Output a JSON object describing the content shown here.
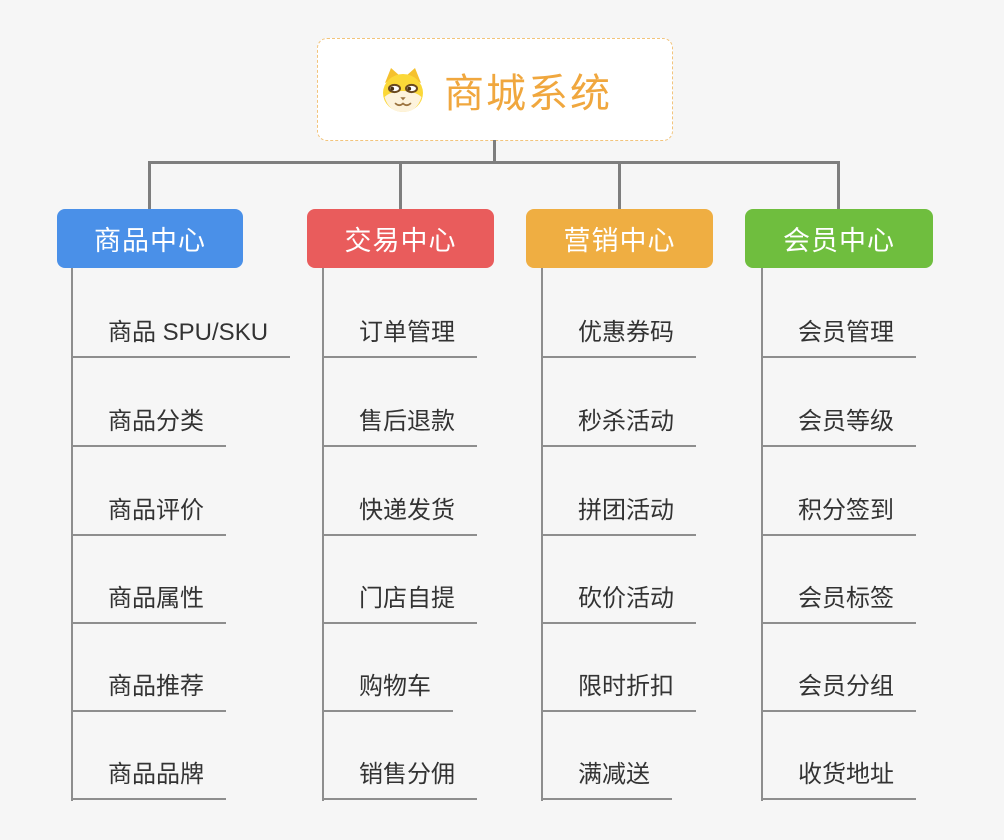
{
  "root": {
    "title": "商城系统",
    "icon": "shiba-dog-icon",
    "title_color": "#F0A73E",
    "border_color": "#F2C47C"
  },
  "connector_color": "#7E7E7E",
  "branches": [
    {
      "label": "商品中心",
      "color": "#4A90E8",
      "items": [
        "商品 SPU/SKU",
        "商品分类",
        "商品评价",
        "商品属性",
        "商品推荐",
        "商品品牌"
      ]
    },
    {
      "label": "交易中心",
      "color": "#E95C5C",
      "items": [
        "订单管理",
        "售后退款",
        "快递发货",
        "门店自提",
        "购物车",
        "销售分佣"
      ]
    },
    {
      "label": "营销中心",
      "color": "#EFAE42",
      "items": [
        "优惠券码",
        "秒杀活动",
        "拼团活动",
        "砍价活动",
        "限时折扣",
        "满减送"
      ]
    },
    {
      "label": "会员中心",
      "color": "#6FBE3E",
      "items": [
        "会员管理",
        "会员等级",
        "积分签到",
        "会员标签",
        "会员分组",
        "收货地址"
      ]
    }
  ]
}
